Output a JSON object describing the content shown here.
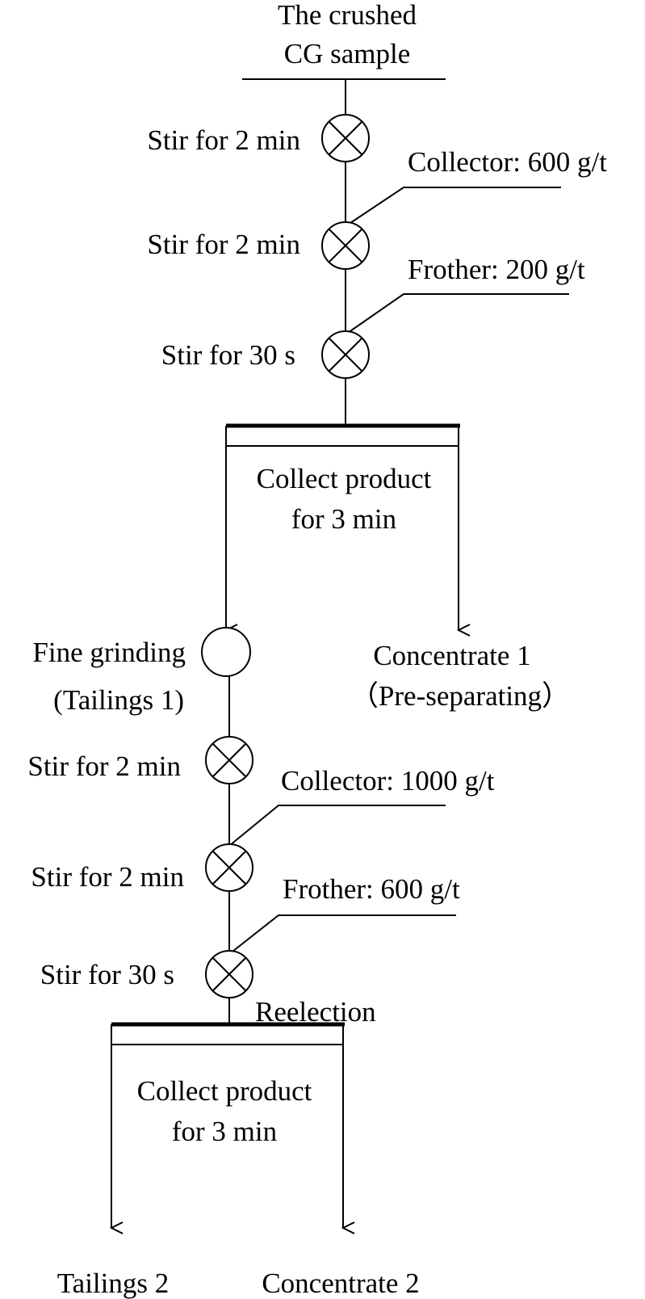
{
  "colors": {
    "line": "#000000",
    "background": "#ffffff"
  },
  "top": {
    "input_line1": "The crushed",
    "input_line2": "CG sample"
  },
  "stage1": {
    "stir1": "Stir for 2 min",
    "collector": "Collector: 600 g/t",
    "stir2": "Stir for 2 min",
    "frother": "Frother: 200 g/t",
    "stir3": "Stir for 30 s",
    "collect_line1": "Collect product",
    "collect_line2": "for 3 min",
    "concentrate": "Concentrate 1",
    "concentrate_note": "（Pre-separating）"
  },
  "stage2": {
    "grind_line1": "Fine grinding",
    "grind_line2": "(Tailings 1)",
    "stir1": "Stir for 2 min",
    "collector": "Collector: 1000 g/t",
    "stir2": "Stir for 2 min",
    "frother": "Frother: 600 g/t",
    "stir3": "Stir for 30 s",
    "reelection": "Reelection",
    "collect_line1": "Collect product",
    "collect_line2": "for 3 min",
    "tailings": "Tailings 2",
    "concentrate": "Concentrate 2"
  }
}
